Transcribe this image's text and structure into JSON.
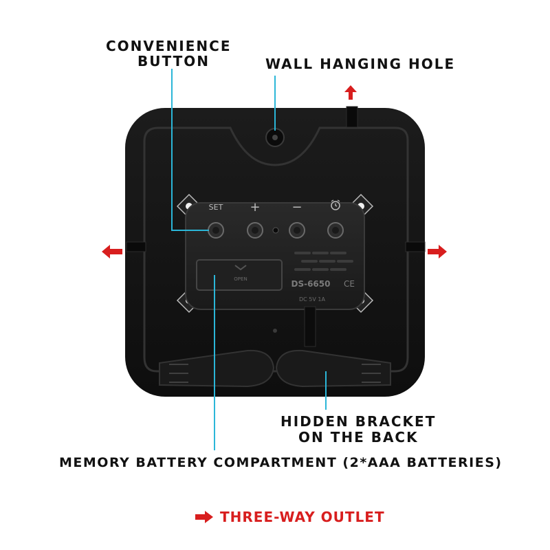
{
  "labels": {
    "convenience_line1": "CONVENIENCE",
    "convenience_line2": "BUTTON",
    "wall_hole": "WALL HANGING HOLE",
    "bracket_line1": "HIDDEN BRACKET",
    "bracket_line2": "ON THE BACK",
    "battery": "MEMORY BATTERY COMPARTMENT (2*AAA BATTERIES)"
  },
  "clock_back": {
    "button_labels": [
      "SET",
      "+",
      "−"
    ],
    "alarm_icon": "alarm-clock-icon",
    "battery_cover_text": "OPEN",
    "model": "DS-6650",
    "ce_mark": "CE",
    "power_rating": "DC 5V 1A"
  },
  "legend": {
    "text": "THREE-WAY OUTLET",
    "icon": "red-arrow-icon"
  },
  "colors": {
    "body": "#151515",
    "leader_line": "#2bb6d8",
    "arrow": "#d81e1e",
    "text": "#111111"
  }
}
